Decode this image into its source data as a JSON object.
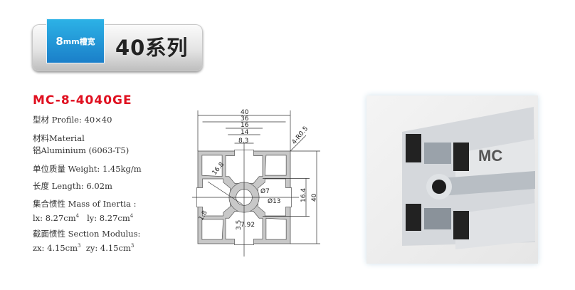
{
  "header": {
    "slot_width_label": "8",
    "slot_width_unit": "mm槽宽",
    "series_label": "40系列"
  },
  "product": {
    "model": "MC-8-4040GE",
    "profile": "型材 Profile: 40×40",
    "material_label": "材料Material",
    "material_value": "铝Aluminium (6063-T5)",
    "weight": "单位质量 Weight: 1.45kg/m",
    "length": "长度 Length: 6.02m",
    "inertia_label": "集合惯性 Mass of Inertia :",
    "ix": "lx: 8.27cm",
    "ix_exp": "4",
    "iy": "ly: 8.27cm",
    "iy_exp": "4",
    "modulus_label": "截面惯性 Section Modulus:",
    "zx": "zx: 4.15cm",
    "zx_exp": "3",
    "zy": "zy: 4.15cm",
    "zy_exp": "3"
  },
  "drawing": {
    "dims": {
      "w40": "40",
      "w36": "36",
      "w16": "16",
      "w14": "14",
      "w83": "8.3",
      "radius": "4-R0.5",
      "diag": "16.8",
      "d7": "Ø7",
      "d13": "Ø13",
      "h164": "16.4",
      "h40": "40",
      "t18": "1.8",
      "t35": "3.5",
      "t792": "7.92"
    }
  },
  "photo": {
    "logo_text": "MC"
  },
  "colors": {
    "brand_red": "#e01020",
    "tab_blue": "#1b8fd6",
    "profile_gray": "#c8c8c8"
  }
}
